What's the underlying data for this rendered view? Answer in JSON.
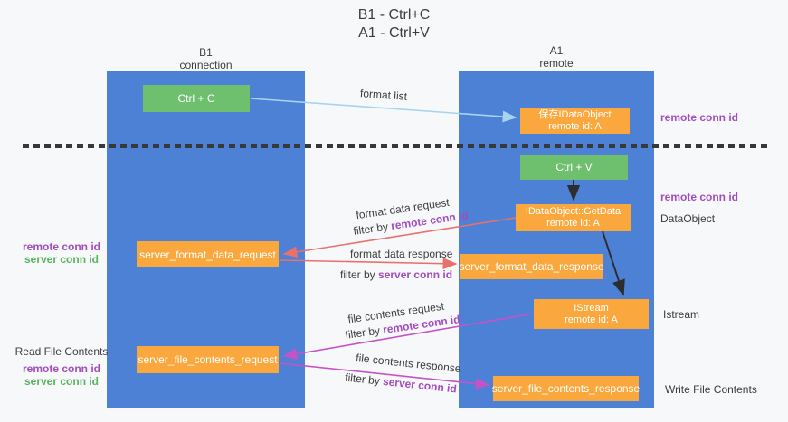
{
  "title": {
    "line1": "B1 - Ctrl+C",
    "line2": "A1 - Ctrl+V"
  },
  "lifelines": {
    "left": {
      "name": "B1",
      "role": "connection"
    },
    "right": {
      "name": "A1",
      "role": "remote"
    }
  },
  "nodes": {
    "ctrl_c": {
      "label": "Ctrl + C"
    },
    "ctrl_v": {
      "label": "Ctrl + V"
    },
    "save_idataobject": {
      "line1": "保存IDataObject",
      "line2": "remote id: A"
    },
    "getdata": {
      "line1": "IDataObject::GetData",
      "line2": "remote id: A"
    },
    "istream": {
      "line1": "IStream",
      "line2": "remote id: A"
    },
    "format_request": {
      "label": "server_format_data_request"
    },
    "format_response": {
      "label": "server_format_data_response"
    },
    "file_request": {
      "label": "server_file_contents_request"
    },
    "file_response": {
      "label": "server_file_contents_response"
    }
  },
  "messages": {
    "format_list": {
      "label": "format list"
    },
    "format_data_request": {
      "label": "format data request",
      "filter_prefix": "filter by ",
      "filter_key": "remote conn id"
    },
    "format_data_response": {
      "label": "format data response",
      "filter_prefix": "filter by ",
      "filter_key": "server conn id"
    },
    "file_contents_request": {
      "label": "file contents request",
      "filter_prefix": "filter by ",
      "filter_key": "remote conn id"
    },
    "file_contents_response": {
      "label": "file contents response",
      "filter_prefix": "filter by ",
      "filter_key": "server conn id"
    }
  },
  "annotations": {
    "right": {
      "remote_conn_id_top": "remote conn id",
      "remote_conn_id_mid": "remote conn id",
      "dataobject": "DataObject",
      "istream": "Istream",
      "write_file_contents": "Write File Contents"
    },
    "left": {
      "remote_conn_id_format": "remote conn id",
      "server_conn_id_format": "server conn id",
      "read_file_contents": "Read File Contents",
      "remote_conn_id_file": "remote conn id",
      "server_conn_id_file": "server conn id"
    }
  },
  "colors": {
    "lifeline_blue": "#4c81d6",
    "node_orange": "#faa83d",
    "node_green": "#6ebf6e",
    "arrow_red": "#e8706d",
    "arrow_magenta": "#c653c6",
    "arrow_lightblue": "#a7d3f0",
    "arrow_black": "#2d2d2d",
    "text_purple": "#a24cbe",
    "text_green": "#57b25e",
    "text_dark": "#3d3d3d",
    "bg": "#f7f8f9"
  }
}
